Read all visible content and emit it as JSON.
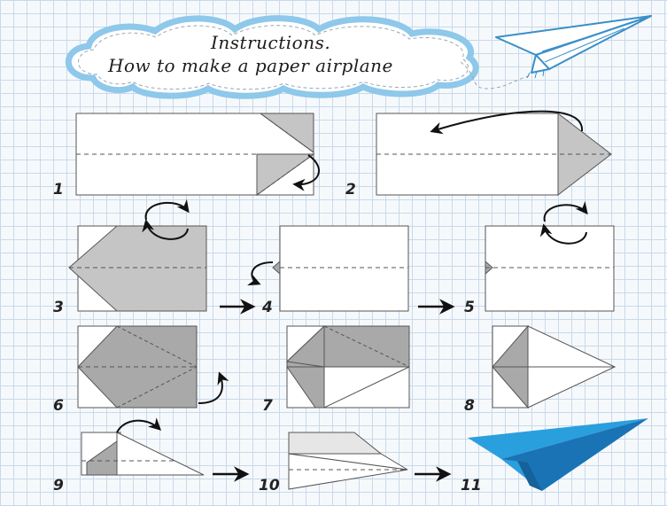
{
  "title": {
    "line1": "Instructions.",
    "line2": "How to make a paper airplane"
  },
  "steps": [
    "1",
    "2",
    "3",
    "4",
    "5",
    "6",
    "7",
    "8",
    "9",
    "10",
    "11"
  ],
  "colors": {
    "paper": "#ffffff",
    "fold_gray": "#c5c5c5",
    "fold_dark": "#a9a9a9",
    "outline": "#555555",
    "cloud_border": "#8ec8ea",
    "plane_blue": "#2a9fde",
    "plane_blue_dark": "#1a73b5",
    "grid": "#c9d9ea"
  },
  "icons": [
    "curved-fold-arrow",
    "flip-over-arrows",
    "next-step-arrow",
    "paper-airplane-sketch",
    "paper-airplane-blue"
  ]
}
